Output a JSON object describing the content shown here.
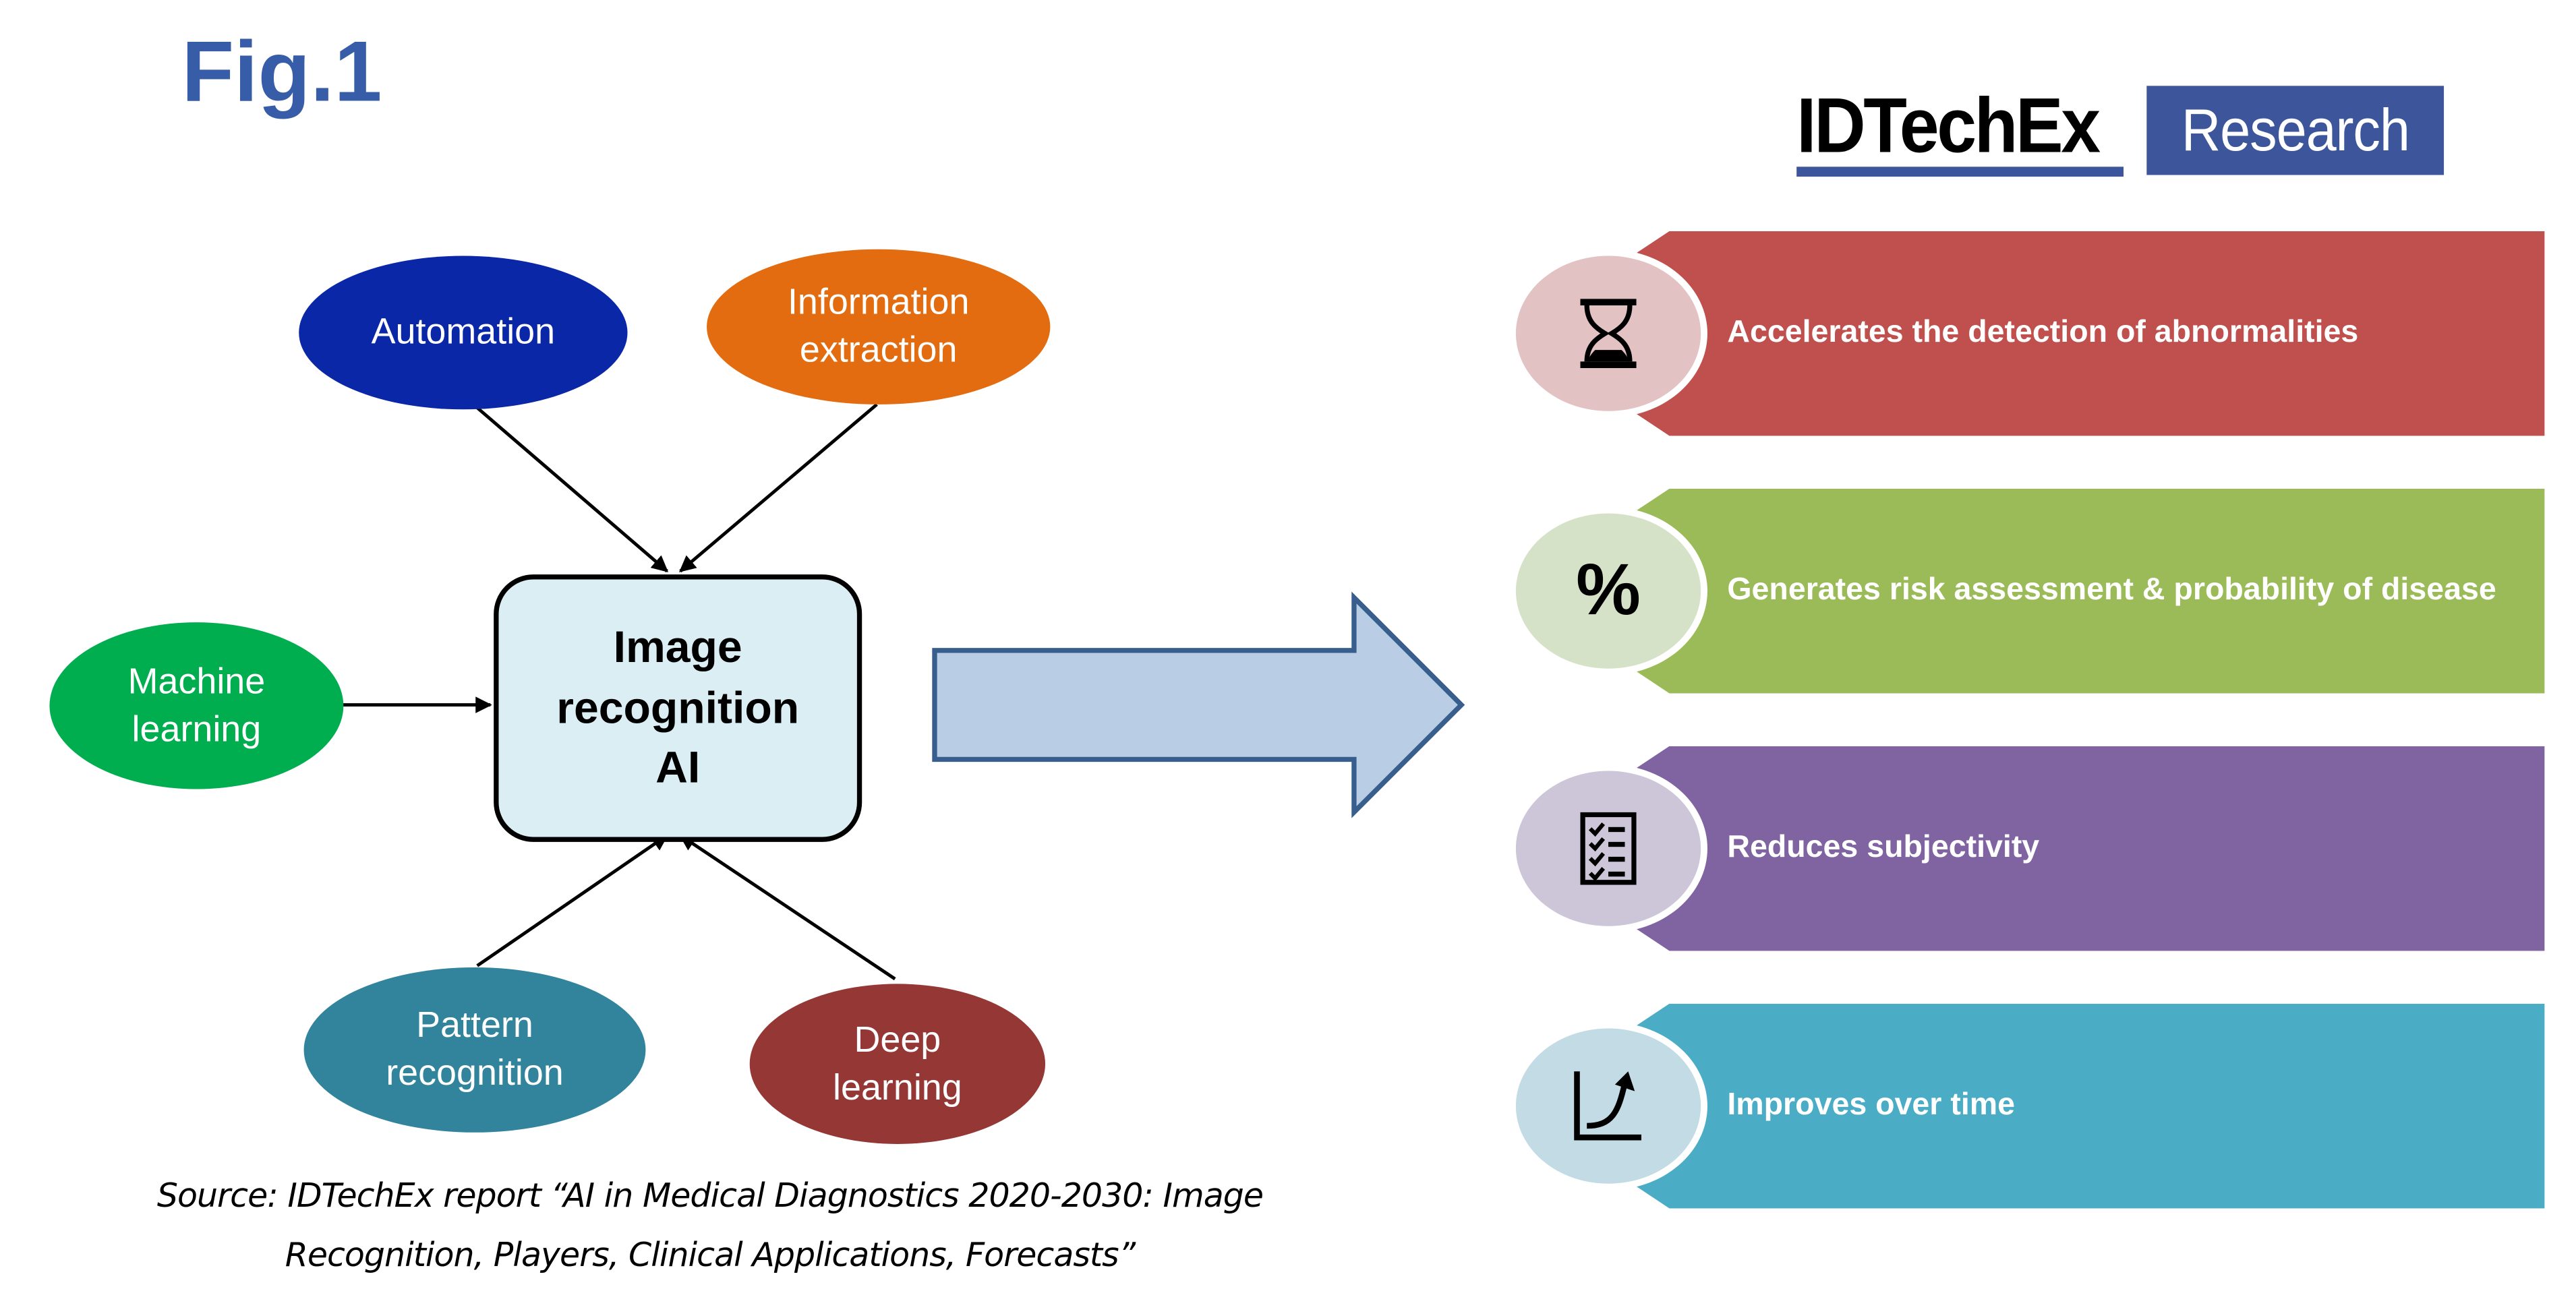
{
  "figure": {
    "title": "Fig.1",
    "source_line1": "Source: IDTechEx report “AI in Medical Diagnostics 2020-2030: Image",
    "source_line2": "Recognition, Players, Clinical Applications, Forecasts”"
  },
  "logo": {
    "brand": "IDTechEx",
    "tag": "Research",
    "color": "#3d559a"
  },
  "diagram": {
    "center": {
      "line1": "Image",
      "line2": "recognition",
      "line3": "AI"
    },
    "inputs": [
      {
        "id": "automation",
        "line1": "Automation",
        "line2": "",
        "color": "#0a27a8"
      },
      {
        "id": "information-extraction",
        "line1": "Information",
        "line2": "extraction",
        "color": "#e26c0f"
      },
      {
        "id": "machine-learning",
        "line1": "Machine",
        "line2": "learning",
        "color": "#00ad4f"
      },
      {
        "id": "pattern-recognition",
        "line1": "Pattern",
        "line2": "recognition",
        "color": "#31849b"
      },
      {
        "id": "deep-learning",
        "line1": "Deep",
        "line2": "learning",
        "color": "#953735"
      }
    ]
  },
  "benefits": [
    {
      "label": "Accelerates the detection of abnormalities",
      "icon": "hourglass-icon",
      "band_color": "#c0504d",
      "bubble_color": "#e3c2c4"
    },
    {
      "label": "Generates risk assessment & probability of disease",
      "icon": "percent-icon",
      "icon_text": "%",
      "band_color": "#9bbb59",
      "bubble_color": "#d6e2c8"
    },
    {
      "label": "Reduces subjectivity",
      "icon": "checklist-icon",
      "band_color": "#8064a2",
      "bubble_color": "#cdc6d8"
    },
    {
      "label": "Improves over time",
      "icon": "growth-chart-icon",
      "band_color": "#4bacc6",
      "bubble_color": "#c2dbe4"
    }
  ]
}
